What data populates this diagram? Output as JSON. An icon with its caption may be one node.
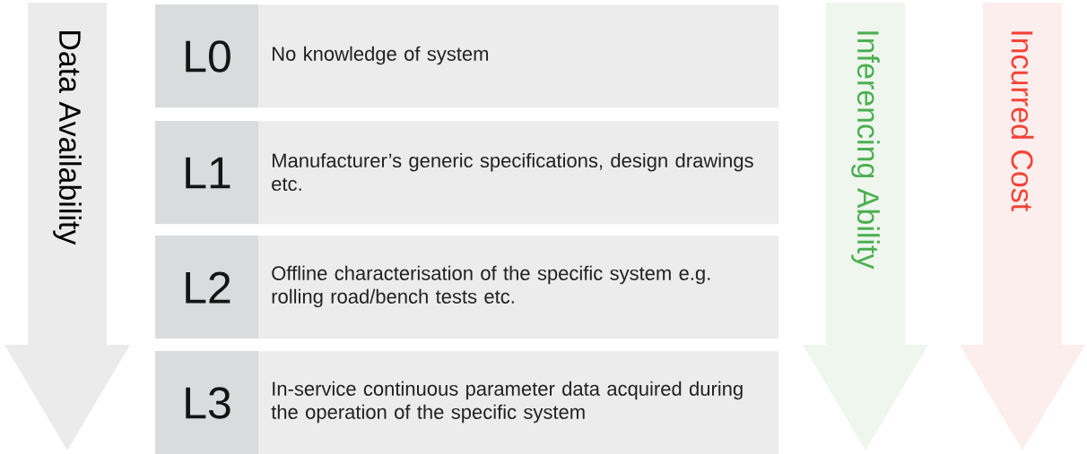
{
  "diagram": {
    "nodes": [
      {
        "text": [
          "Data Availability"
        ]
      },
      {
        "text": [
          "L0",
          "No knowledge of system"
        ]
      },
      {
        "text": [
          "L1",
          "Manufacturer’s generic specifications, design drawings etc."
        ]
      },
      {
        "text": [
          "L2",
          "Offline characterisation of the specific system e.g. rolling road/bench tests etc."
        ]
      },
      {
        "text": [
          "L3",
          "In-service continuous parameter data acquired during the operation of the specific system"
        ]
      },
      {
        "text": [
          "Inferencing Ability"
        ]
      },
      {
        "text": [
          "Incurred Cost"
        ]
      }
    ]
  }
}
